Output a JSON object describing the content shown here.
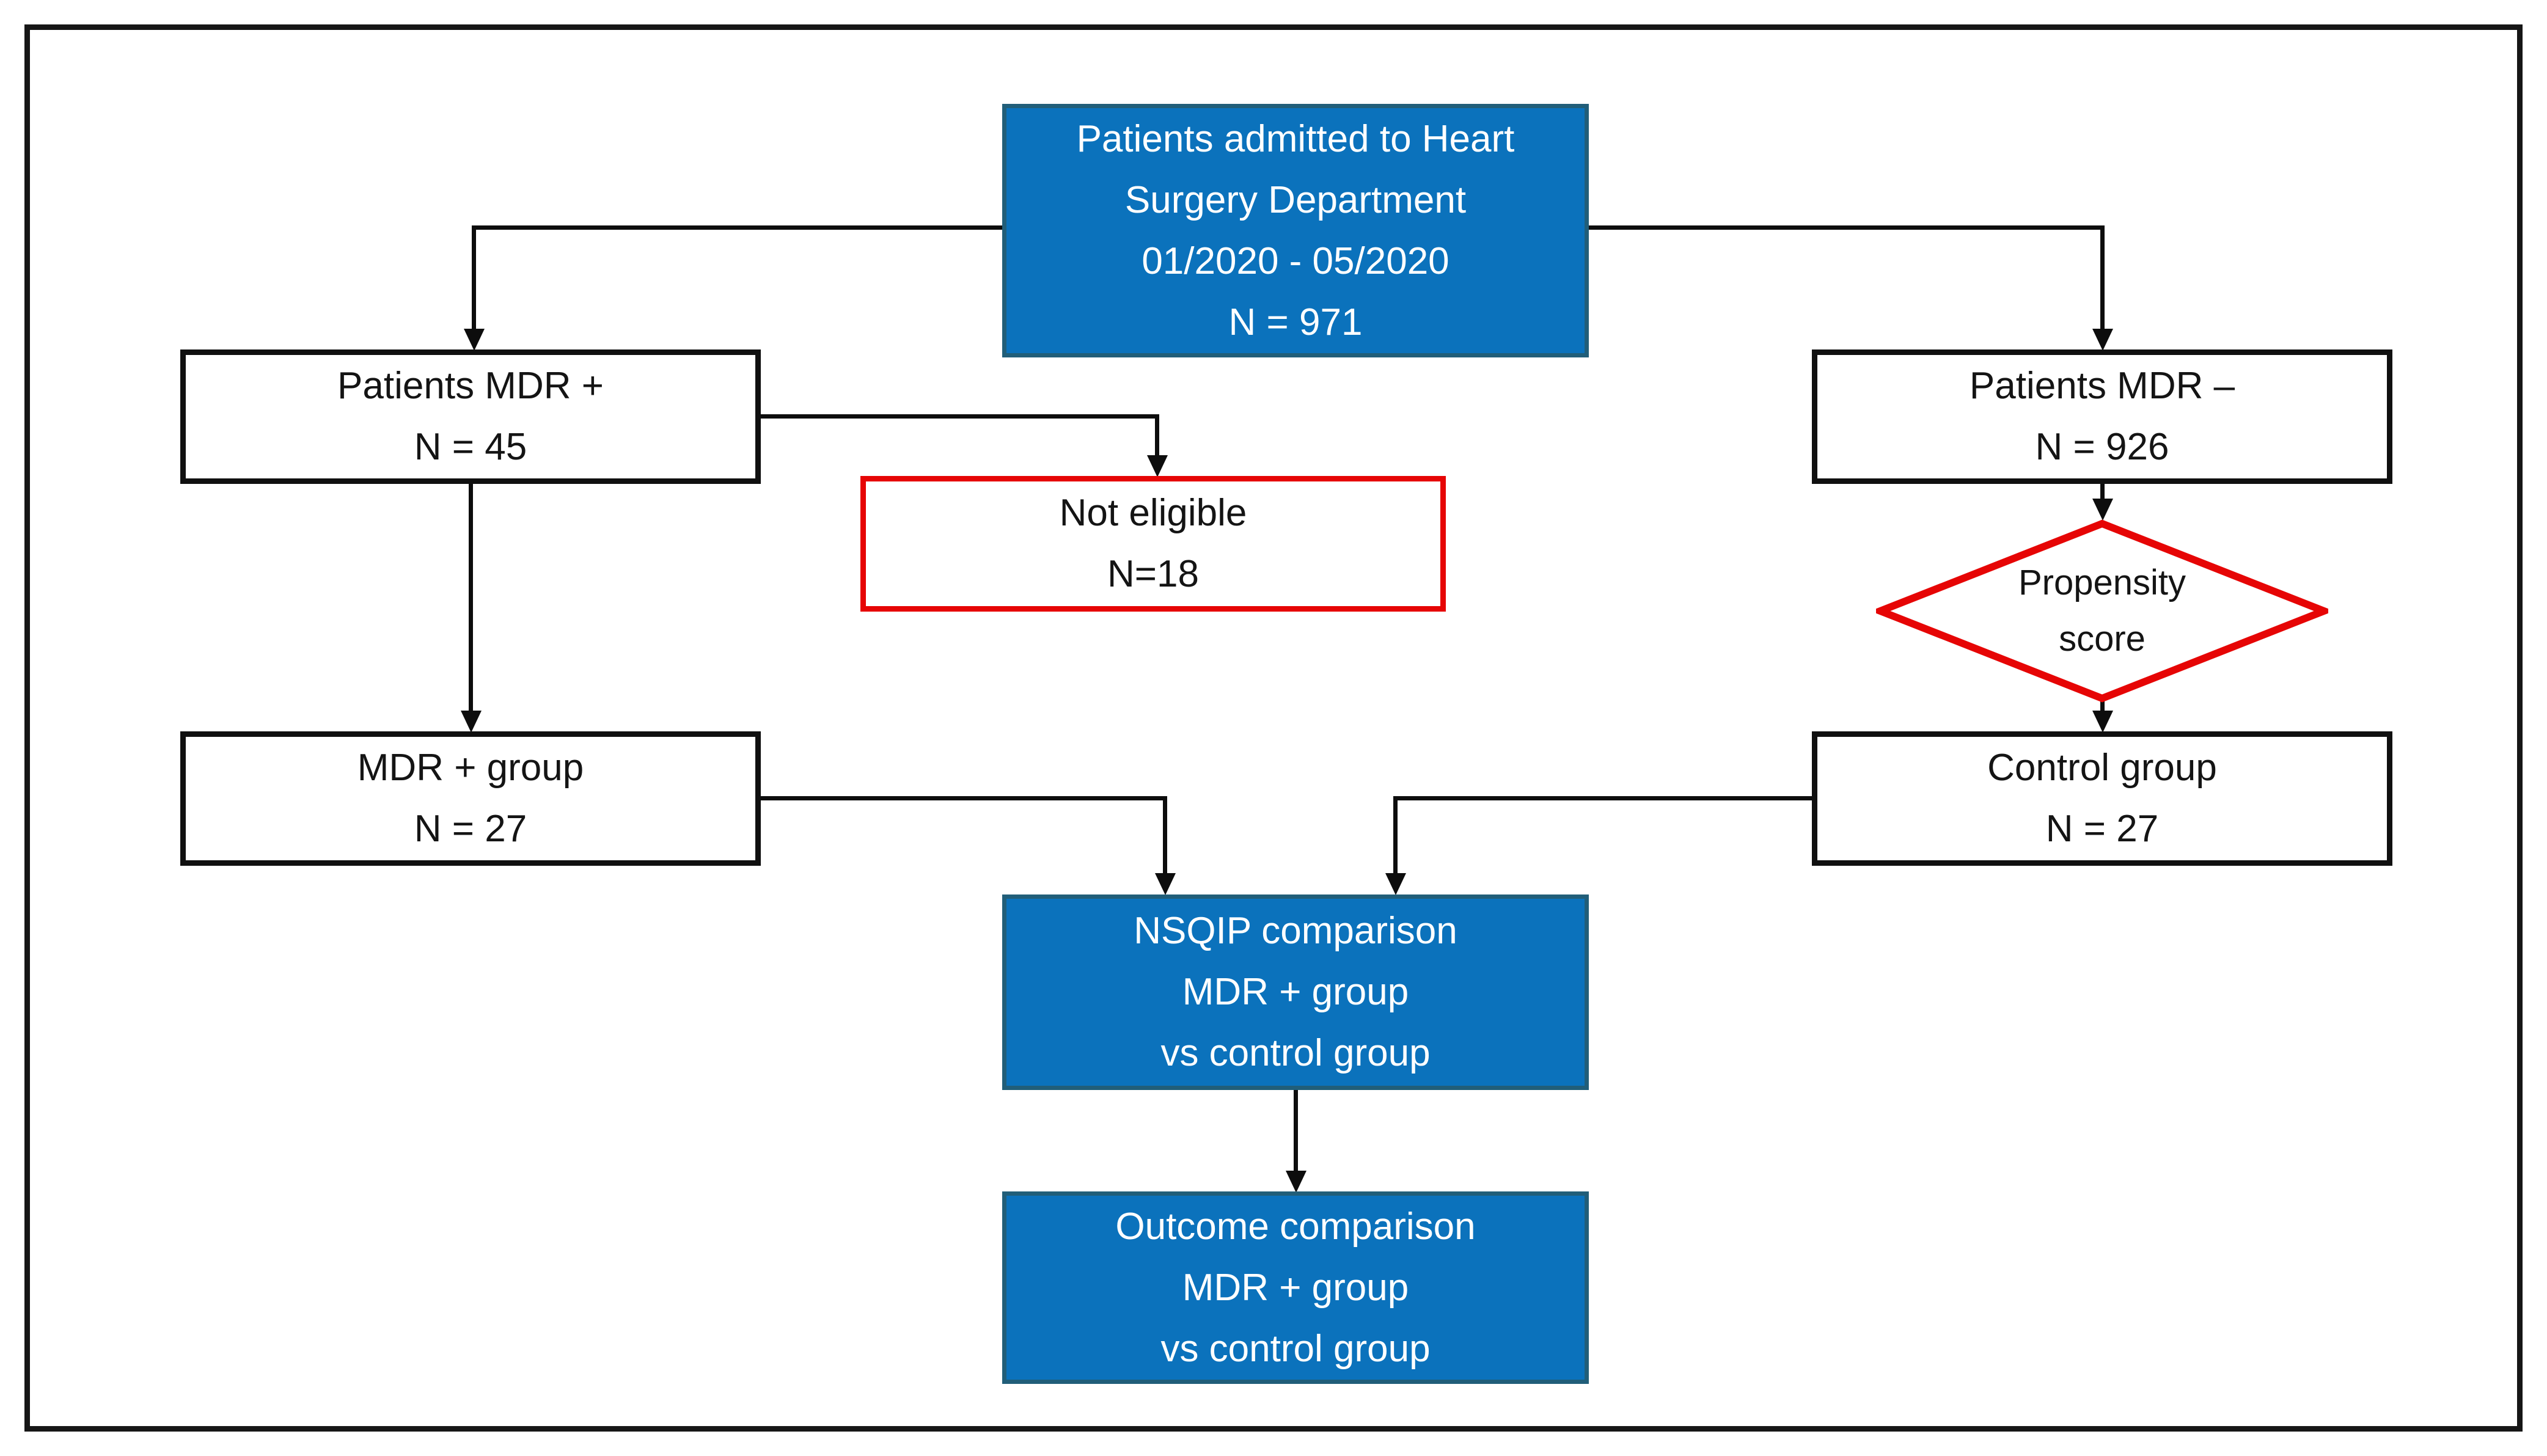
{
  "diagram": {
    "title_hint": "Patient selection flowchart",
    "colors": {
      "blue_fill": "#0B72BC",
      "blue_edge": "#215E79",
      "red_border": "#E60505",
      "black_line": "#0D0D0D",
      "white_fill": "#FFFFFF"
    },
    "nodes": {
      "admitted": {
        "line1": "Patients admitted to Heart",
        "line2": "Surgery Department",
        "line3": "01/2020 - 05/2020",
        "line4": "N = 971"
      },
      "mdr_positive": {
        "line1": "Patients MDR +",
        "line2": "N = 45"
      },
      "mdr_negative": {
        "line1": "Patients MDR –",
        "line2": "N = 926"
      },
      "not_eligible": {
        "line1": "Not eligible",
        "line2": "N=18"
      },
      "propensity": {
        "line1": "Propensity",
        "line2": "score"
      },
      "mdr_group": {
        "line1": "MDR + group",
        "line2": "N = 27"
      },
      "control_group": {
        "line1": "Control group",
        "line2": "N = 27"
      },
      "nsqip": {
        "line1": "NSQIP comparison",
        "line2": "MDR + group",
        "line3": "vs control group"
      },
      "outcome": {
        "line1": "Outcome comparison",
        "line2": "MDR + group",
        "line3": "vs control group"
      }
    }
  }
}
